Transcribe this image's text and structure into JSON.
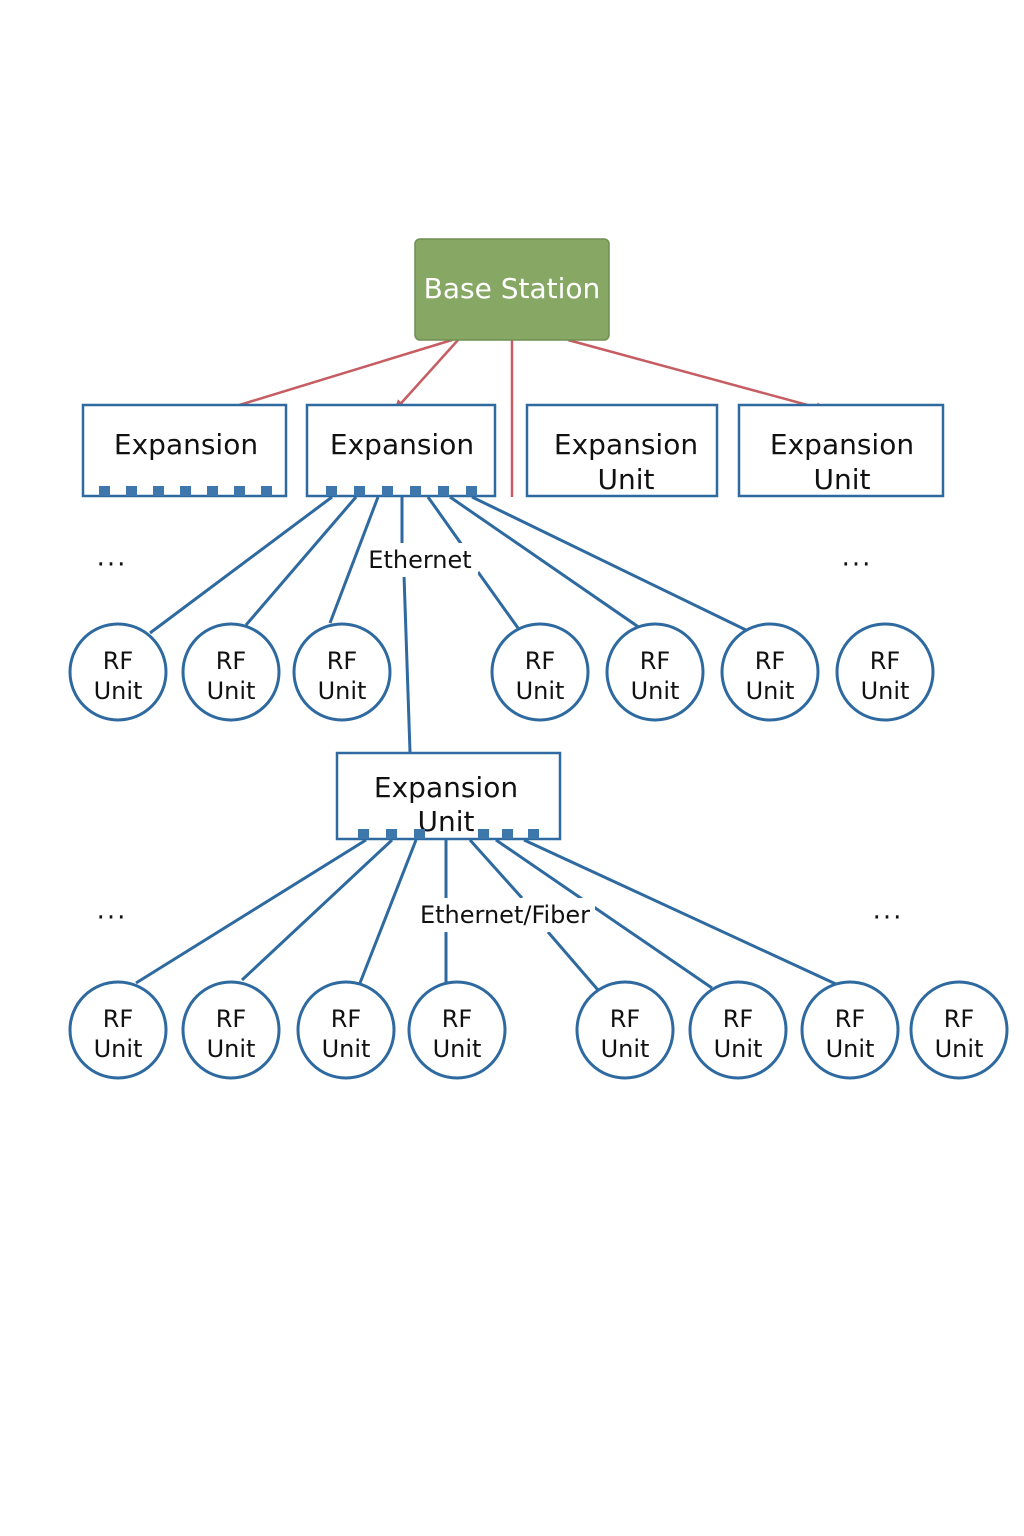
{
  "colors": {
    "base_station_fill": "#87a765",
    "base_station_stroke": "#6f8f50",
    "base_station_text": "#ffffff",
    "node_stroke": "#2e6aa0",
    "port_fill": "#3d77ab",
    "link_blue": "#2e6aa0",
    "link_red": "#c65d62"
  },
  "base_station": {
    "label": "Base Station"
  },
  "expansion_units": [
    {
      "line1": "Expansion",
      "line2": ""
    },
    {
      "line1": "Expansion",
      "line2": ""
    },
    {
      "line1": "Expansion",
      "line2": "Unit"
    },
    {
      "line1": "Expansion",
      "line2": "Unit"
    }
  ],
  "sub_expansion_unit": {
    "line1": "Expansion",
    "line2": "Unit"
  },
  "rf_unit": {
    "line1": "RF",
    "line2": "Unit"
  },
  "labels": {
    "ethernet": "Ethernet",
    "ethernet_fiber": "Ethernet/Fiber",
    "ellipsis": "..."
  },
  "rf_rows": [
    {
      "row": 1,
      "count": 7
    },
    {
      "row": 2,
      "count": 8
    }
  ]
}
